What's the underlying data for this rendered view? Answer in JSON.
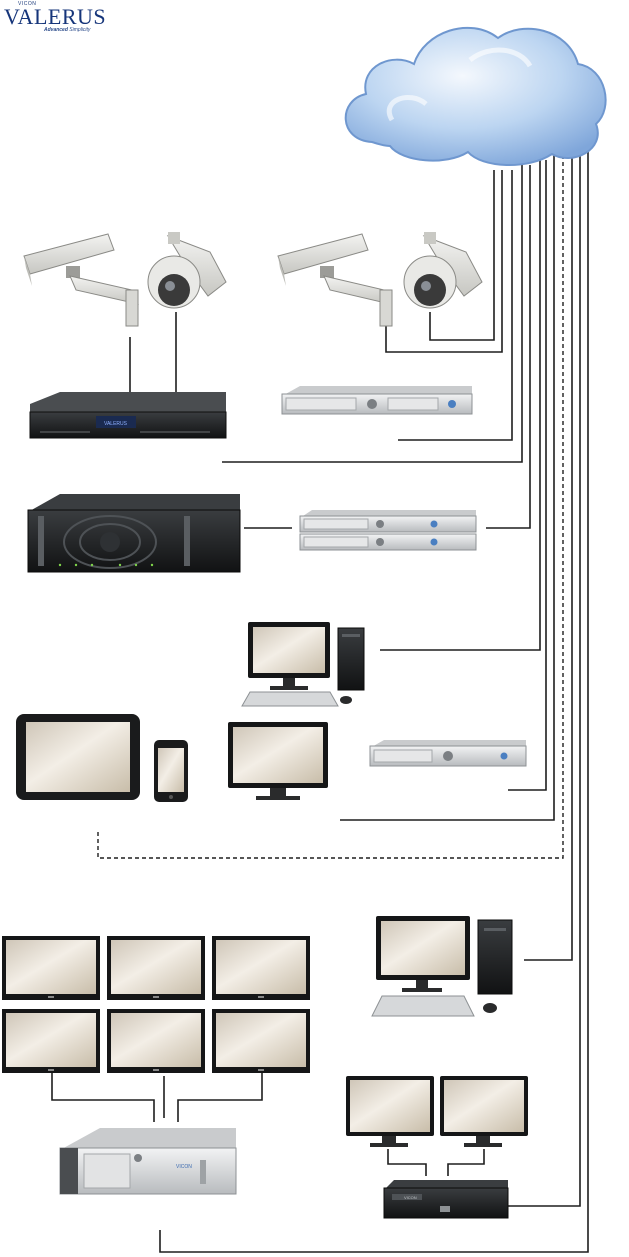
{
  "logo": {
    "brand": "VICON",
    "name": "VALERUS",
    "tagline_bold": "Advanced",
    "tagline_rest": "Simplicity"
  },
  "devices": {
    "nvr_small_label": "VALERUS",
    "server_label": "VICON",
    "workstation_badge": "VICON"
  },
  "colors": {
    "line": "#1e1e1e",
    "cloud_light": "#eaf2fb",
    "cloud_mid": "#a9c9ee",
    "cloud_edge": "#6f97cf",
    "monitor_screen": "#d9cfc0",
    "chassis_dark": "#222426",
    "chassis_silver": "#dcdedf"
  }
}
